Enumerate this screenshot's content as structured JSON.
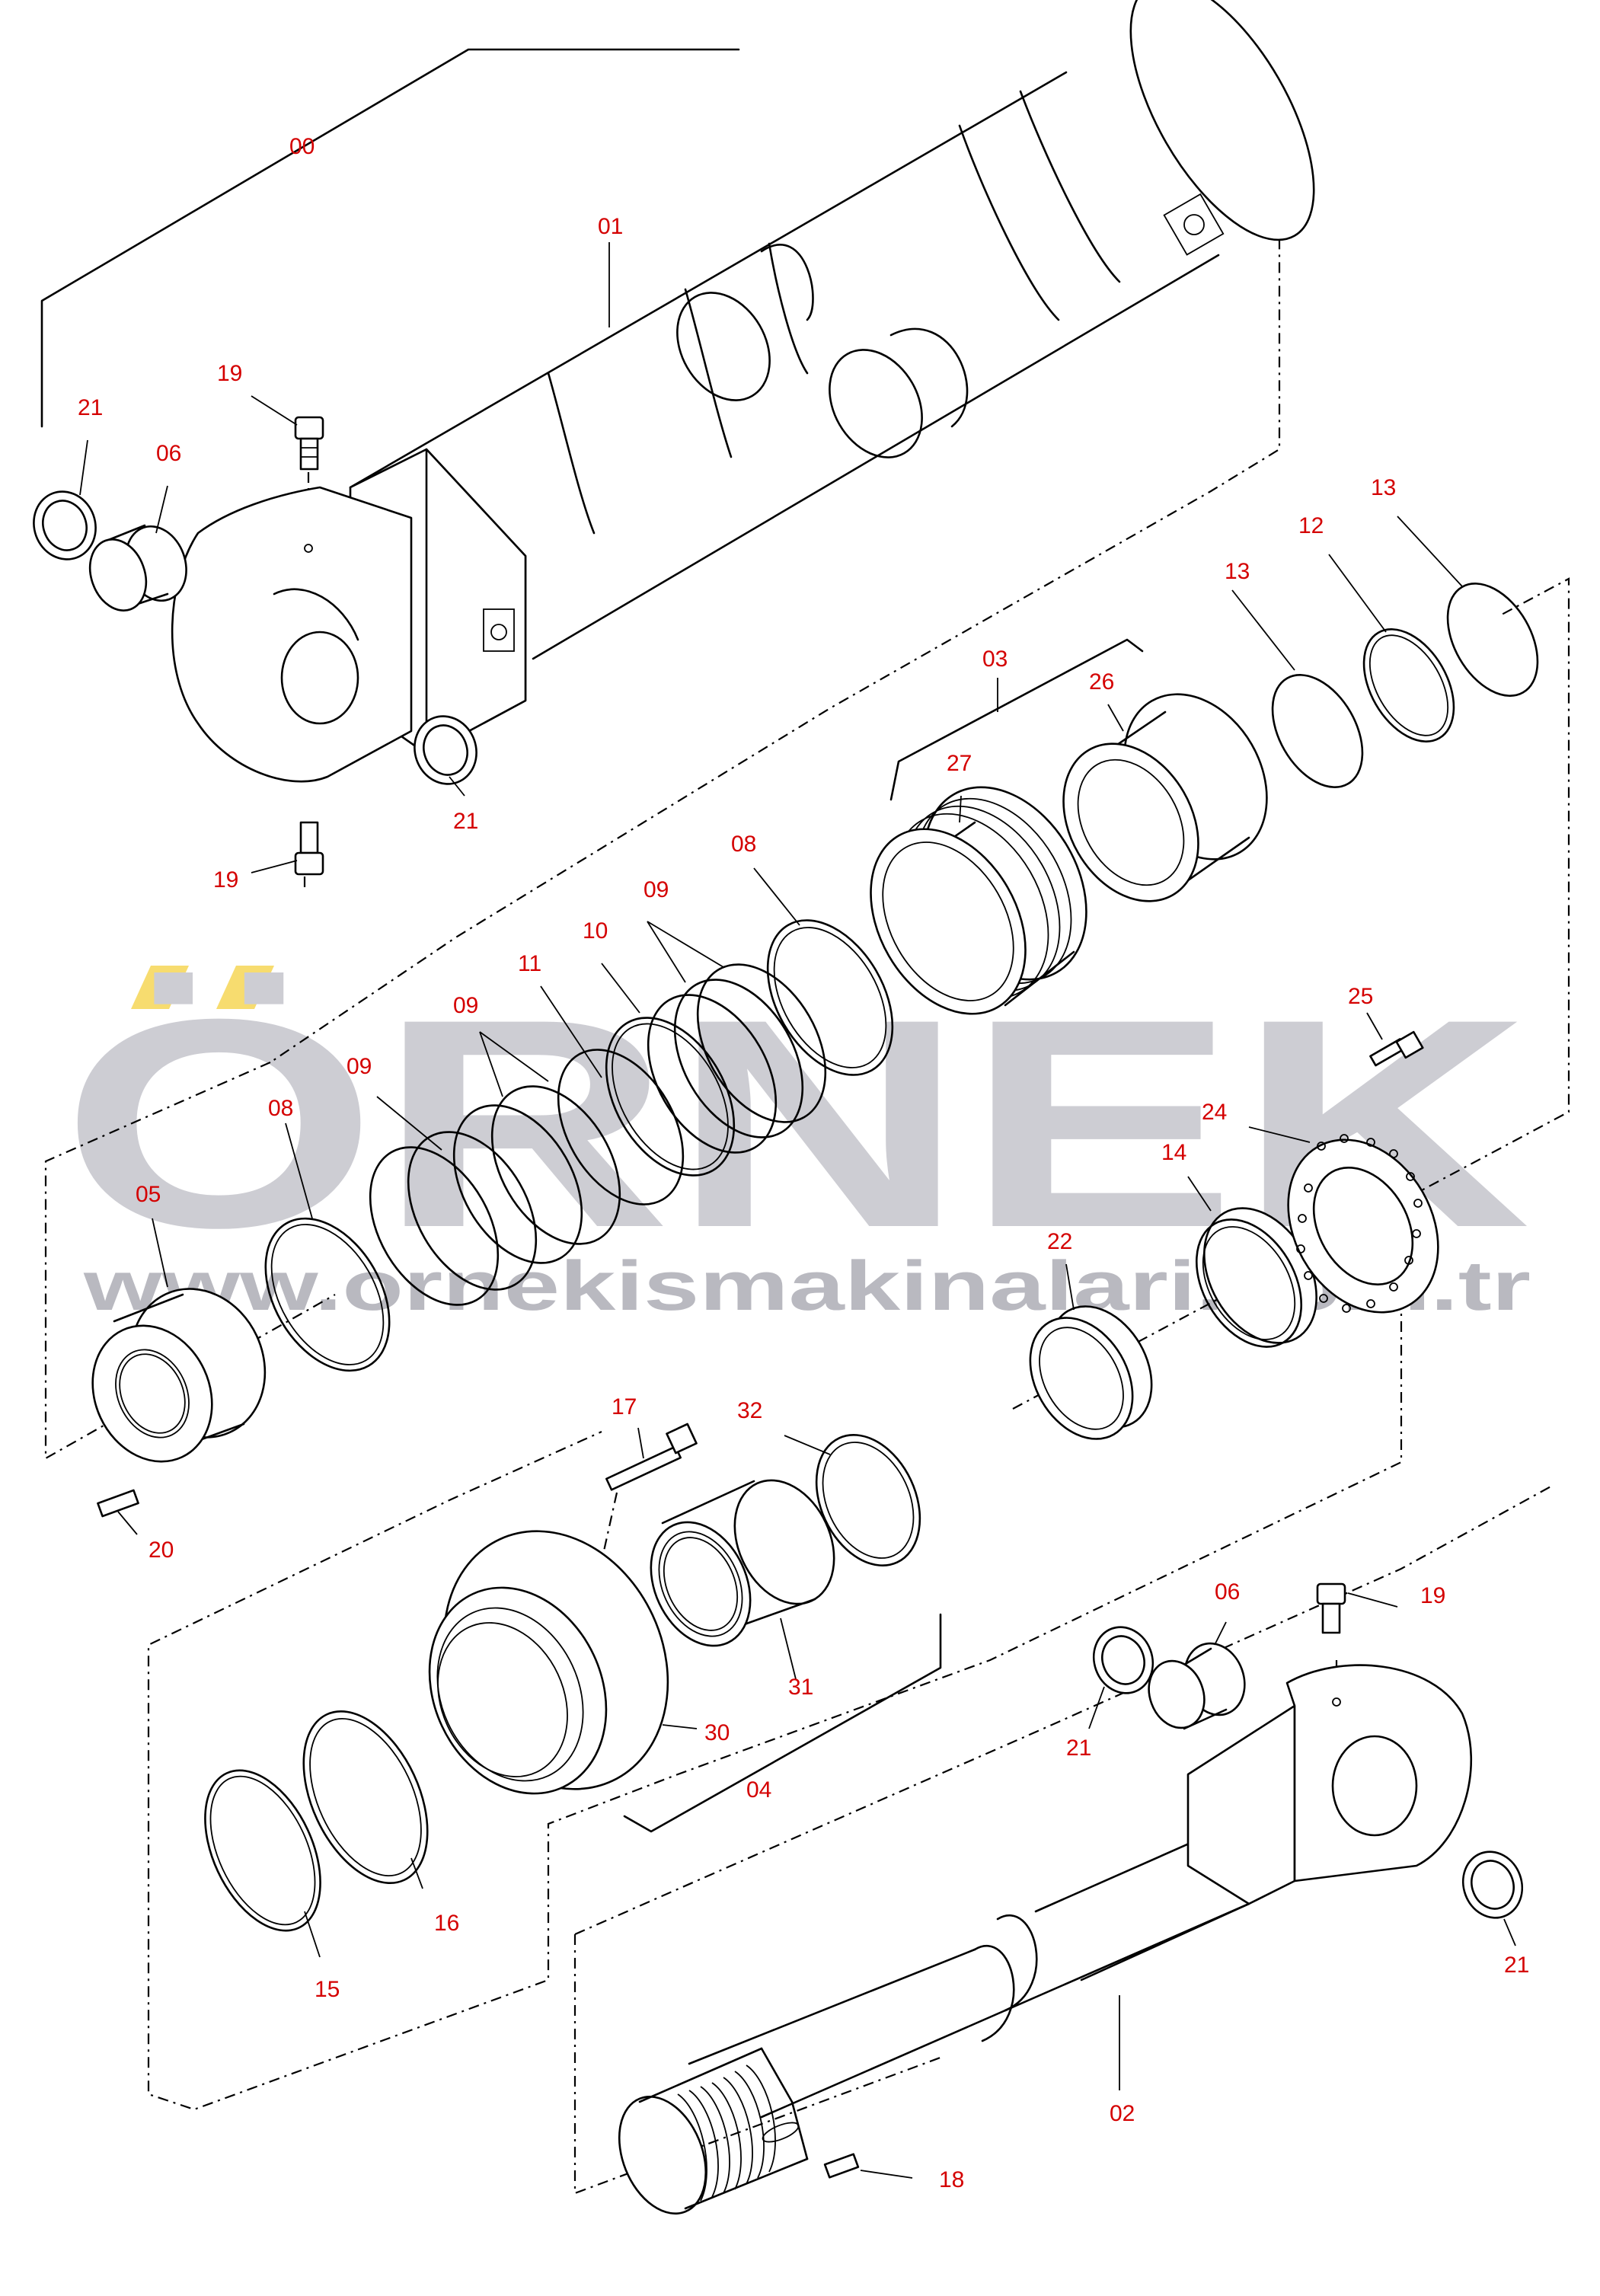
{
  "watermark": {
    "brand": "ÖRNEK",
    "url": "www.ornekismakinalari.com.tr",
    "brand_color": "#cdcdd3",
    "accent_color": "#f7dc6f"
  },
  "label_color": "#d40000",
  "labels": {
    "p00": "00",
    "p01": "01",
    "p02": "02",
    "p03": "03",
    "p04": "04",
    "p05": "05",
    "p06a": "06",
    "p06b": "06",
    "p08a": "08",
    "p08b": "08",
    "p09a": "09",
    "p09b": "09",
    "p09c": "09",
    "p10": "10",
    "p11": "11",
    "p12": "12",
    "p13a": "13",
    "p13b": "13",
    "p14": "14",
    "p15": "15",
    "p16": "16",
    "p17": "17",
    "p18": "18",
    "p19a": "19",
    "p19b": "19",
    "p19c": "19",
    "p20": "20",
    "p21a": "21",
    "p21b": "21",
    "p21c": "21",
    "p21d": "21",
    "p22": "22",
    "p24": "24",
    "p25": "25",
    "p26": "26",
    "p27": "27",
    "p30": "30",
    "p31": "31",
    "p32": "32"
  }
}
